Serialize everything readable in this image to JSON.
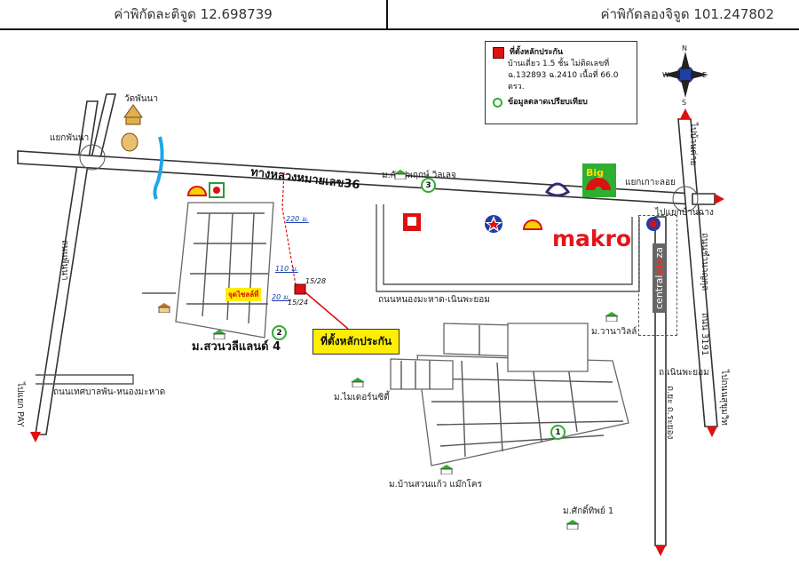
{
  "header": {
    "latitude_text": "ค่าพิกัดละติจูด 12.698739",
    "longitude_text": "ค่าพิกัดลองจิจูด 101.247802"
  },
  "legend": {
    "collateral_title": "ที่ตั้งหลักประกัน",
    "collateral_desc_1": "บ้านเดี่ยว 1.5 ชั้น ไม่ติดเลขที่",
    "collateral_desc_2": "ฉ.132893 ฉ.2410 เนื้อที่ 66.0 ตรว.",
    "comparables": "ข้อมูลตลาดเปรียบเทียบ"
  },
  "labels": {
    "temple": "วัดพันนา",
    "junction_left": "แยกพันนา",
    "highway": "ทางหลวงหมายเลข36",
    "road_left_vertical": "ถนนพันนา",
    "to_pattaya": "ไปแยก PAY",
    "road_bottom_left": "ถนนเทศบาลพัน-หนองมะหาด",
    "village_left": "ม.สวนวลีแลนด์ 4",
    "spot": "จุดไซลล์ที่",
    "collateral_pin": "ที่ตั้งหลักประกัน",
    "road_mid": "ถนนหนองมะหาด-เนินพะยอม",
    "village_top": "ม.กัลปพฤกษ์ วิลเลจ",
    "village_right": "ม.วานาวิลล์",
    "village_center": "ม.ไมเดอร์นซิตี้",
    "village_bottom": "ม.บ้านสวนแก้ว แม๊กโคร",
    "village_bottom_right": "ม.ศักดิ์ทิพย์ 1",
    "junction_right": "แยกเกาะลอย",
    "to_bankhai": "ไปแยกบ้านฉาง",
    "road_right_vertical": "ถนนชำนาญกุล",
    "to_chonburi_top": "ไปบ้านค่าย",
    "to_sukhumvit": "ไปถนนสุขุมวิท",
    "road_r313": "ถนน 3191",
    "soi_nongmaha": "ถ.เนินพะยอม",
    "road_lower": "ถ.ยะ ถ.ระยอง"
  },
  "distances": {
    "d1": "220 ม.",
    "d2": "110 ม.",
    "d3": "20 ม.",
    "d4": "15/28",
    "d5": "15/24"
  },
  "brands": {
    "makro": "makro",
    "big_c": "Big",
    "central_a": "central",
    "central_b": "pla",
    "central_c": "za"
  },
  "markers": {
    "m1": "1",
    "m2": "2",
    "m3": "3"
  },
  "compass": {
    "n": "N",
    "s": "S",
    "e": "E",
    "w": "W"
  },
  "colors": {
    "collateral": "#d11111",
    "comparable": "#2fae2f",
    "makro": "#e3161c",
    "highlight": "#ffee00",
    "water": "#1ea7e8"
  },
  "icons": [
    "shell-icon",
    "ptt-icon",
    "caltex-icon",
    "scb-icon",
    "hr-icon",
    "temple-icon",
    "compass-icon",
    "house-icon",
    "arrow-icon"
  ]
}
